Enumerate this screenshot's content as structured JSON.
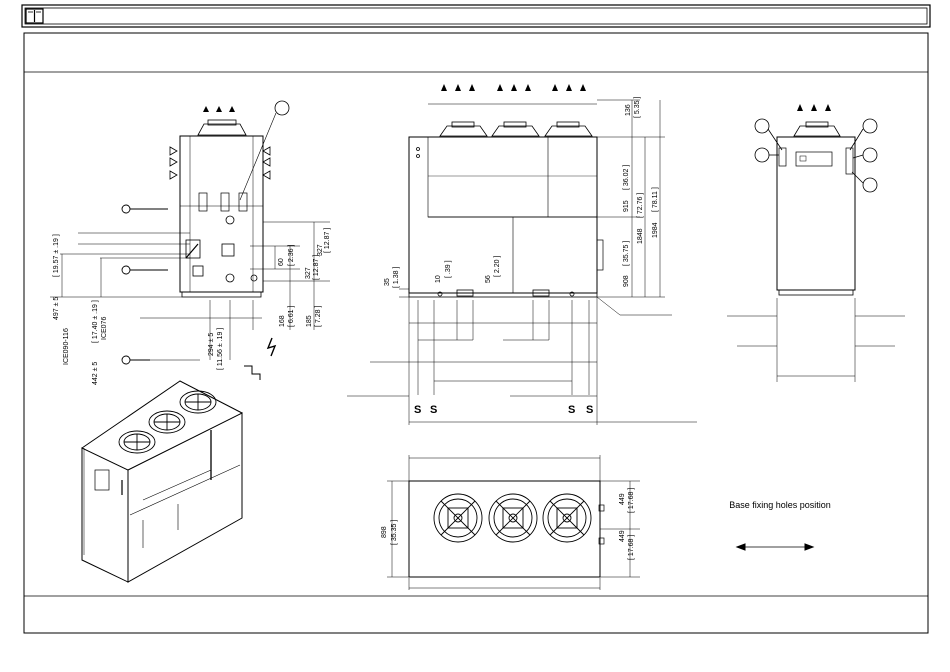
{
  "header": {
    "icon": "book-icon"
  },
  "side_view": {
    "dims": {
      "a": "327",
      "a_in": "[ 12.87 ]",
      "b": "327",
      "b_in": "[ 12.87 ]",
      "c": "60",
      "c_in": "[ 2.36 ]",
      "d": "168",
      "d_in": "[ 6.61 ]",
      "e": "185",
      "e_in": "[ 7.28 ]",
      "f": "294 ± 5",
      "f_in": "[ 11.56 ± .19 ]",
      "g": "497 ± 5",
      "g_in": "[ 19.57 ± .19 ]",
      "h": "442 ± 5",
      "h_in": "[ 17.40 ± .19 ]"
    },
    "models": {
      "m1": "ICE090-116",
      "m2": "ICE076"
    }
  },
  "front_view": {
    "dims": {
      "a": "136",
      "a_in": "[ 5.35 ]",
      "b": "915",
      "b_in": "[ 36.02 ]",
      "c": "908",
      "c_in": "[ 35.75 ]",
      "d": "1848",
      "d_in": "[ 72.76 ]",
      "e": "1984",
      "e_in": "[ 78.11 ]",
      "f": "35",
      "f_in": "[ 1.38 ]",
      "g": "10",
      "g_in": "[ .39 ]",
      "h": "56",
      "h_in": "[ 2.20 ]"
    },
    "s_marks": [
      "S",
      "S",
      "S",
      "S"
    ]
  },
  "top_view": {
    "dims": {
      "a": "898",
      "a_in": "[ 35.35 ]",
      "b": "449",
      "b_in": "[ 17.68 ]",
      "c": "449",
      "c_in": "[ 17.68 ]"
    }
  },
  "legend": {
    "base_fixing": "Base fixing holes position"
  }
}
